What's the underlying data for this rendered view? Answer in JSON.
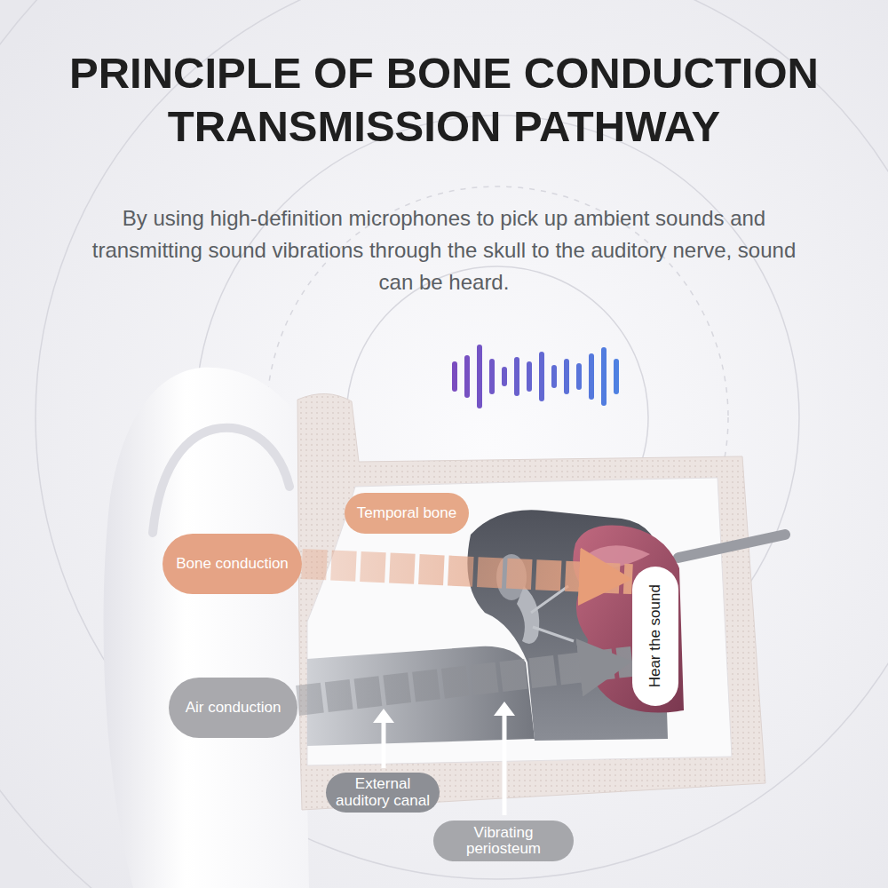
{
  "diagram": {
    "title": "PRINCIPLE OF BONE CONDUCTION TRANSMISSION PATHWAY",
    "caption": "By using high-definition microphones to pick up ambient sounds and transmitting sound vibrations through the skull to the auditory nerve, sound can be heard.",
    "nodes": [
      {
        "text": [
          "Temporal bone"
        ]
      },
      {
        "text": [
          "Bone conduction"
        ]
      },
      {
        "text": [
          "Hear the sound"
        ]
      },
      {
        "text": [
          "Air conduction"
        ]
      },
      {
        "text": [
          "External auditory canal"
        ]
      },
      {
        "text": [
          "Vibrating periosteum"
        ]
      }
    ],
    "edges": [
      {
        "from": 1,
        "to": 2,
        "arrow": "to"
      },
      {
        "from": 3,
        "to": 2,
        "arrow": "to"
      }
    ]
  }
}
